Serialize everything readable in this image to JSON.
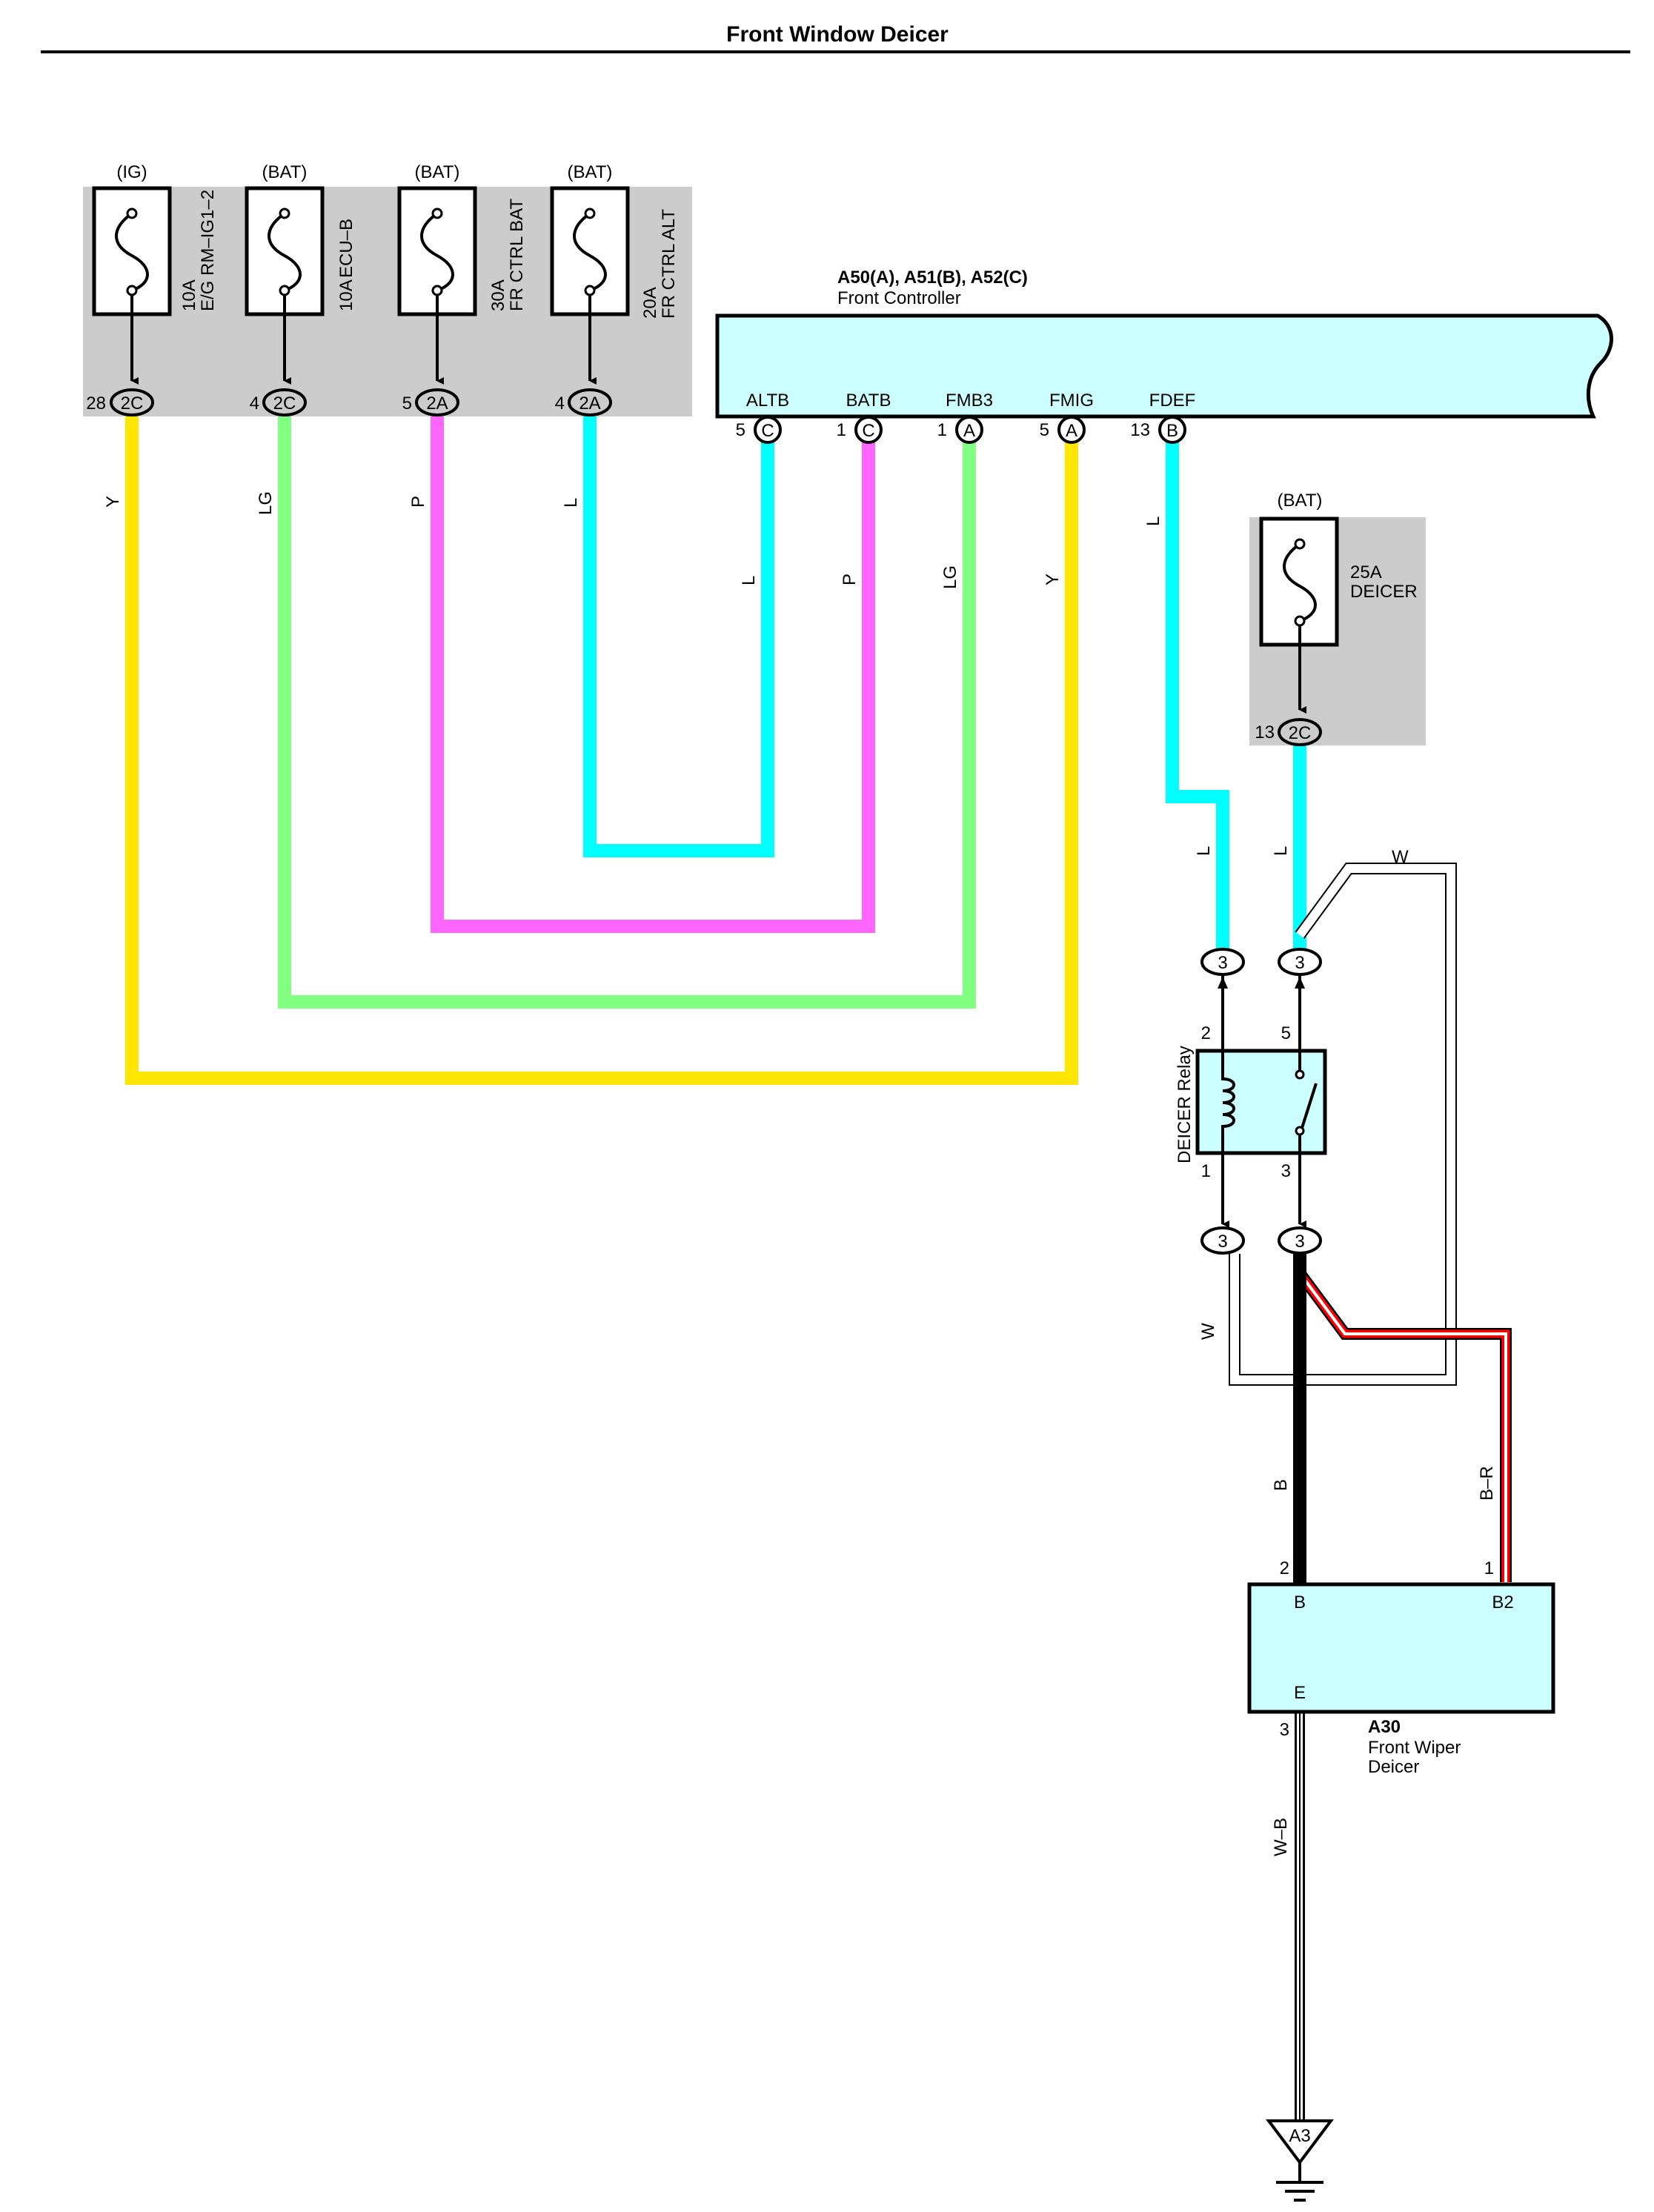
{
  "title": "Front Window Deicer",
  "colors": {
    "Y": "#ffe600",
    "LG": "#80ff80",
    "P": "#ff66ff",
    "L": "#00ffff",
    "W": "#ffffff",
    "B": "#000000",
    "R": "#ff0000",
    "box_fill": "#ccffff",
    "panel_fill": "#cccccc"
  },
  "fuses": [
    {
      "source": "(IG)",
      "rating": "10A",
      "name": "E/G RM–IG1–2",
      "pin": "28",
      "connector": "2C",
      "wire": "Y"
    },
    {
      "source": "(BAT)",
      "rating": "10A",
      "name": "ECU–B",
      "pin": "4",
      "connector": "2C",
      "wire": "LG"
    },
    {
      "source": "(BAT)",
      "rating": "30A",
      "name": "FR CTRL BAT",
      "pin": "5",
      "connector": "2A",
      "wire": "P"
    },
    {
      "source": "(BAT)",
      "rating": "20A",
      "name": "FR CTRL ALT",
      "pin": "4",
      "connector": "2A",
      "wire": "L"
    }
  ],
  "controller": {
    "code": "A50(A), A51(B), A52(C)",
    "name": "Front Controller",
    "terminals": [
      {
        "name": "ALTB",
        "pin": "5",
        "connector": "C",
        "wire": "L"
      },
      {
        "name": "BATB",
        "pin": "1",
        "connector": "C",
        "wire": "P"
      },
      {
        "name": "FMB3",
        "pin": "1",
        "connector": "A",
        "wire": "LG"
      },
      {
        "name": "FMIG",
        "pin": "5",
        "connector": "A",
        "wire": "Y"
      },
      {
        "name": "FDEF",
        "pin": "13",
        "connector": "B",
        "wire": "L"
      }
    ]
  },
  "deicer_fuse": {
    "source": "(BAT)",
    "rating": "25A",
    "name": "DEICER",
    "pin": "13",
    "connector": "2C",
    "wire": "L"
  },
  "relay": {
    "name": "DEICER Relay",
    "pin_coil_in": "2",
    "pin_switch_in": "5",
    "pin_coil_out": "1",
    "pin_switch_out": "3",
    "connector": "3",
    "wire_in_left": "L",
    "wire_in_right": "L",
    "wire_bypass": "W",
    "wire_coil_out": "W"
  },
  "deicer": {
    "code": "A30",
    "name_line1": "Front Wiper",
    "name_line2": "Deicer",
    "term_b": "B",
    "term_b2": "B2",
    "term_e": "E",
    "pin_b": "2",
    "pin_b2": "1",
    "pin_e": "3",
    "wire_b": "B",
    "wire_b2": "B–R",
    "wire_e": "W–B"
  },
  "ground": {
    "code": "A3"
  }
}
